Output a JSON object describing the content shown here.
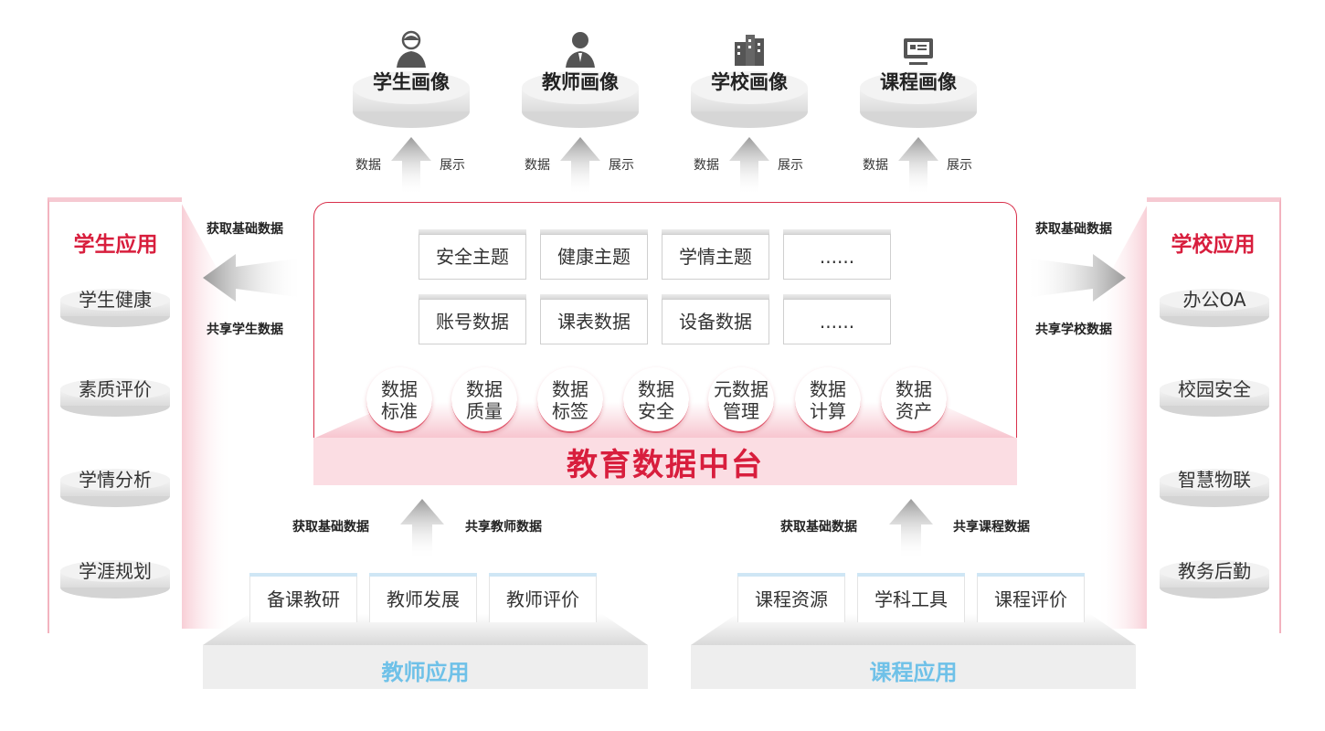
{
  "top_portraits": [
    {
      "label": "学生画像",
      "icon": "student-icon"
    },
    {
      "label": "教师画像",
      "icon": "teacher-icon"
    },
    {
      "label": "学校画像",
      "icon": "building-icon"
    },
    {
      "label": "课程画像",
      "icon": "monitor-icon"
    }
  ],
  "top_arrows": {
    "left_label": "数据",
    "right_label": "展示"
  },
  "hub": {
    "title": "教育数据中台",
    "topics": [
      "安全主题",
      "健康主题",
      "学情主题",
      "......"
    ],
    "datasets": [
      "账号数据",
      "课表数据",
      "设备数据",
      "......"
    ],
    "capabilities": [
      {
        "line1": "数据",
        "line2": "标准"
      },
      {
        "line1": "数据",
        "line2": "质量"
      },
      {
        "line1": "数据",
        "line2": "标签"
      },
      {
        "line1": "数据",
        "line2": "安全"
      },
      {
        "line1": "元数据",
        "line2": "管理"
      },
      {
        "line1": "数据",
        "line2": "计算"
      },
      {
        "line1": "数据",
        "line2": "资产"
      }
    ]
  },
  "student_app": {
    "title": "学生应用",
    "items": [
      "学生健康",
      "素质评价",
      "学情分析",
      "学涯规划"
    ],
    "arrow_top": "获取基础数据",
    "arrow_bottom": "共享学生数据"
  },
  "school_app": {
    "title": "学校应用",
    "items": [
      "办公OA",
      "校园安全",
      "智慧物联",
      "教务后勤"
    ],
    "arrow_top": "获取基础数据",
    "arrow_bottom": "共享学校数据"
  },
  "teacher_app": {
    "title": "教师应用",
    "items": [
      "备课教研",
      "教师发展",
      "教师评价"
    ],
    "arrow_left": "获取基础数据",
    "arrow_right": "共享教师数据"
  },
  "course_app": {
    "title": "课程应用",
    "items": [
      "课程资源",
      "学科工具",
      "课程评价"
    ],
    "arrow_left": "获取基础数据",
    "arrow_right": "共享课程数据"
  },
  "colors": {
    "accent_red": "#d81e3d",
    "accent_blue": "#6fc1e8",
    "pink_bg": "#fbdde3"
  }
}
